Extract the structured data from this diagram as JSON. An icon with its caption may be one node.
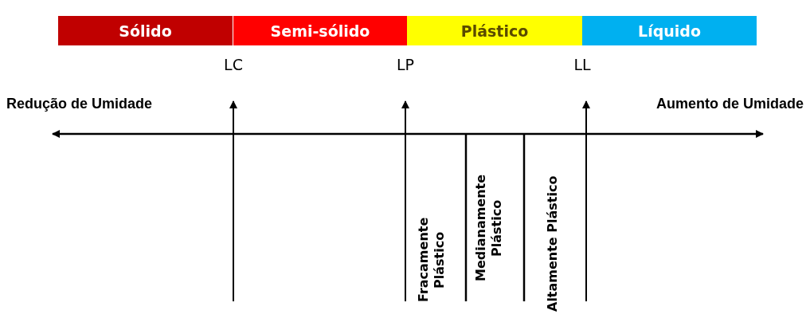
{
  "diagram": {
    "nodes": [
      {
        "text": [
          "Sólido"
        ]
      },
      {
        "text": [
          "Semi-sólido"
        ]
      },
      {
        "text": [
          "Plástico"
        ]
      },
      {
        "text": [
          "Líquido"
        ]
      }
    ],
    "labels": [
      "LC",
      "LP",
      "LL",
      "Redução de Umidade",
      "Aumento de Umidade",
      "Fracamente Plástico",
      "Medianamente Plástico",
      "Altamente Plástico"
    ]
  }
}
